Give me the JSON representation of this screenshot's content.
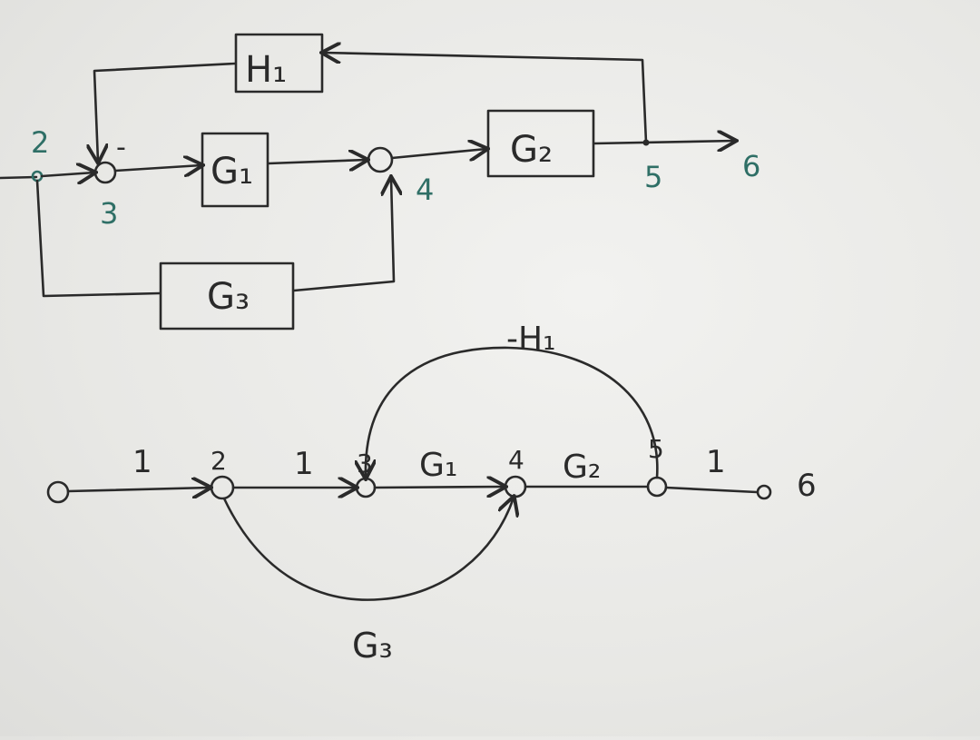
{
  "block_diagram": {
    "blocks": {
      "h1": "H₁",
      "g1": "G₁",
      "g2": "G₂",
      "g3": "G₃"
    },
    "node_labels": {
      "n2": "2",
      "n3": "3",
      "n4": "4",
      "n5": "5",
      "n6": "6"
    },
    "summing_sign": "-"
  },
  "signal_flow_graph": {
    "branch_gains": {
      "b1_2": "1",
      "b2_3": "1",
      "b3_4": "G₁",
      "b4_5": "G₂",
      "b5_6": "1",
      "feedback": "-H₁",
      "g3": "G₃"
    },
    "node_labels": {
      "n3": "3",
      "n4": "4",
      "n5": "5",
      "n6": "6"
    }
  },
  "colors": {
    "ink": "#2a2a2a",
    "teal_ink": "#2f6f66",
    "paper": "#ebebe8"
  }
}
